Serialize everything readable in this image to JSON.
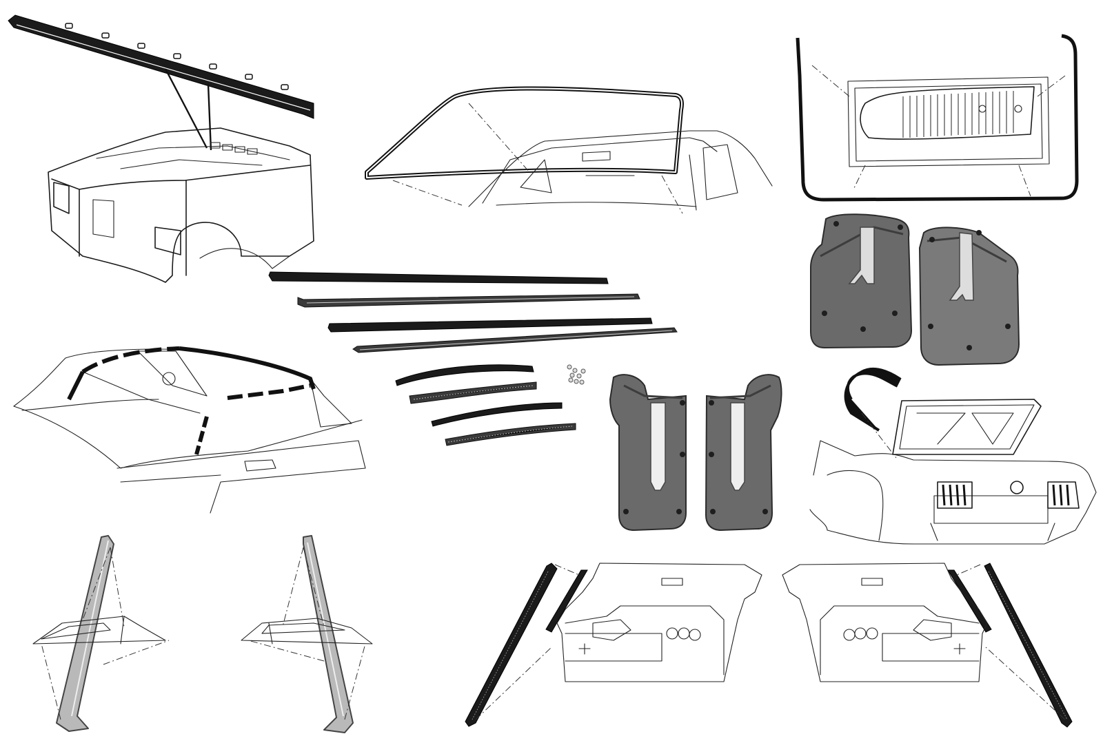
{
  "parts": [
    {
      "id": "cowl-vent-seal",
      "icon": "cowl-vent-seal-icon"
    },
    {
      "id": "windshield-seal",
      "icon": "windshield-seal-icon"
    },
    {
      "id": "door-panel-seal",
      "icon": "door-panel-seal-icon"
    },
    {
      "id": "belt-weatherstrip-set",
      "icon": "belt-weatherstrip-icon"
    },
    {
      "id": "quarter-window-strips",
      "icon": "quarter-strip-icon"
    },
    {
      "id": "hardware-clips",
      "icon": "clips-icon"
    },
    {
      "id": "rear-window-seal",
      "icon": "rear-window-seal-icon"
    },
    {
      "id": "seat-belt-boots",
      "icon": "boot-pad-icon"
    },
    {
      "id": "door-watershields",
      "icon": "watershield-icon"
    },
    {
      "id": "trunk-seal",
      "icon": "trunk-seal-icon"
    },
    {
      "id": "roof-rail-seals",
      "icon": "roof-rail-seal-icon"
    },
    {
      "id": "dash-pad-seals",
      "icon": "dash-pad-seal-icon"
    }
  ],
  "colors": {
    "background": "#ffffff",
    "line": "#1a1a1a",
    "rubber": "#1b1b1b",
    "pad": "#6a6a6a",
    "roof_rail": "#b9b9b9"
  }
}
